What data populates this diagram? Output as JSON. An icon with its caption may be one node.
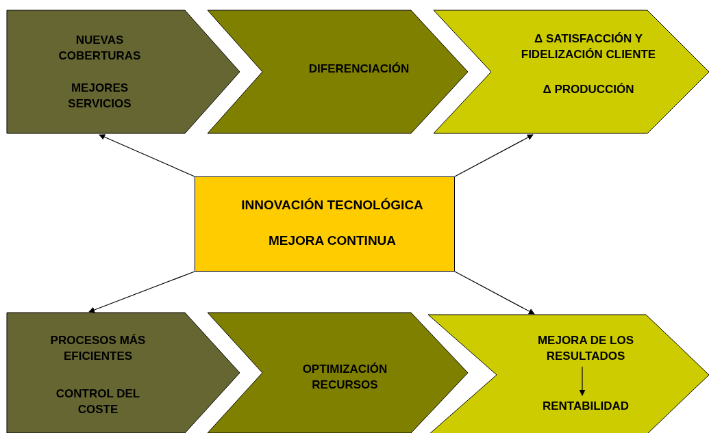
{
  "diagram": {
    "nodes": [
      {
        "text": [
          "NUEVAS COBERTURAS",
          "MEJORES SERVICIOS"
        ]
      },
      {
        "text": [
          "DIFERENCIACIÓN"
        ]
      },
      {
        "text": [
          "Δ SATISFACCIÓN Y FIDELIZACIÓN CLIENTE",
          "Δ PRODUCCIÓN"
        ]
      },
      {
        "text": [
          "INNOVACIÓN TECNOLÓGICA",
          "MEJORA CONTINUA"
        ]
      },
      {
        "text": [
          "PROCESOS MÁS EFICIENTES",
          "CONTROL DEL COSTE"
        ]
      },
      {
        "text": [
          "OPTIMIZACIÓN RECURSOS"
        ]
      },
      {
        "text": [],
        "shape": "chevron"
      },
      {
        "text": [
          "MEJORA DE LOS RESULTADOS"
        ],
        "in": 6
      },
      {
        "text": [
          "RENTABILIDAD"
        ],
        "in": 6
      }
    ],
    "edges": [
      {
        "from": 3,
        "to": 0,
        "arrow": "to"
      },
      {
        "from": 3,
        "to": 2,
        "arrow": "to"
      },
      {
        "from": 3,
        "to": 4,
        "arrow": "to"
      },
      {
        "from": 3,
        "to": 6,
        "arrow": "to"
      },
      {
        "from": 7,
        "to": 8,
        "arrow": "to"
      }
    ]
  }
}
